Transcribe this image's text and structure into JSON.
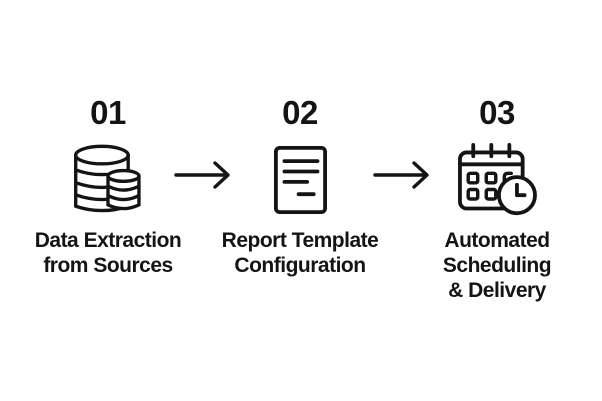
{
  "colors": {
    "background": "#ffffff",
    "ink": "#141414"
  },
  "steps": [
    {
      "number": "01",
      "icon": "database-icon",
      "label": "Data Extraction from Sources",
      "lines": [
        "Data Extraction",
        "from Sources"
      ]
    },
    {
      "number": "02",
      "icon": "document-icon",
      "label": "Report Template Configuration",
      "lines": [
        "Report Template",
        "Configuration"
      ]
    },
    {
      "number": "03",
      "icon": "calendar-clock-icon",
      "label": "Automated Scheduling & Delivery",
      "lines": [
        "Automated",
        "Scheduling",
        "& Delivery"
      ]
    }
  ],
  "arrows": {
    "count": 2,
    "direction": "right",
    "icon": "arrow-right-icon"
  }
}
